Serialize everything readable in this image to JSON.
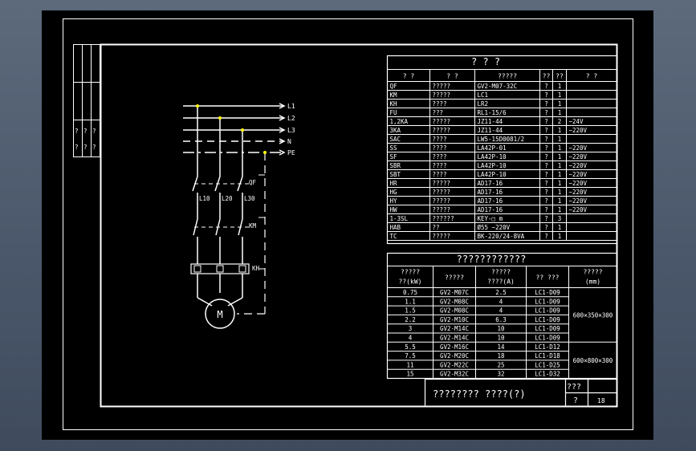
{
  "circuit": {
    "supply_labels": [
      "L1",
      "L2",
      "L3",
      "N",
      "PE"
    ],
    "breaker_label": "QF",
    "phase_labels": [
      "L10",
      "L20",
      "L30"
    ],
    "contactor_label": "KM",
    "relay_label": "KH",
    "motor_label": "M"
  },
  "parts_table": {
    "title": "?  ?  ?",
    "headers": [
      "?  ?",
      "?  ?",
      "?????",
      "??",
      "??",
      "?  ?"
    ],
    "rows": [
      [
        "QF",
        "?????",
        "GV2-M07-32C",
        "?",
        "1",
        ""
      ],
      [
        "KM",
        "?????",
        "LC1",
        "?",
        "1",
        ""
      ],
      [
        "KH",
        "????",
        "LR2",
        "?",
        "1",
        ""
      ],
      [
        "FU",
        "???",
        "RL1-15/6",
        "?",
        "1",
        ""
      ],
      [
        "1,2KA",
        "?????",
        "JZ11-44",
        "?",
        "2",
        "~24V"
      ],
      [
        "3KA",
        "?????",
        "JZ11-44",
        "?",
        "1",
        "~220V"
      ],
      [
        "SAC",
        "????",
        "LW5-15D0081/2",
        "?",
        "1",
        ""
      ],
      [
        "SS",
        "????",
        "LA42P-01",
        "?",
        "1",
        "~220V"
      ],
      [
        "SF",
        "????",
        "LA42P-10",
        "?",
        "1",
        "~220V"
      ],
      [
        "SBR",
        "????",
        "LA42P-10",
        "?",
        "1",
        "~220V"
      ],
      [
        "SBT",
        "????",
        "LA42P-10",
        "?",
        "1",
        "~220V"
      ],
      [
        "HR",
        "?????",
        "AD17-16",
        "?",
        "1",
        "~220V"
      ],
      [
        "HG",
        "?????",
        "AD17-16",
        "?",
        "1",
        "~220V"
      ],
      [
        "HY",
        "?????",
        "AD17-16",
        "?",
        "1",
        "~220V"
      ],
      [
        "HW",
        "?????",
        "AD17-16",
        "?",
        "1",
        "~220V"
      ],
      [
        "1-3SL",
        "??????",
        "KEY-□ m",
        "?",
        "3",
        ""
      ],
      [
        "HAB",
        "??",
        "Ø55 ~220V",
        "?",
        "1",
        ""
      ],
      [
        "TC",
        "?????",
        "BK-220/24-8VA",
        "?",
        "1",
        ""
      ]
    ]
  },
  "selection_table": {
    "title": "????????????",
    "headers": [
      "?????\n??(kW)",
      "?????",
      "?????\n????(A)",
      "?? ???",
      "?????\n(mm)"
    ],
    "rows": [
      [
        "0.75",
        "GV2-M07C",
        "2.5",
        "LC1-D09"
      ],
      [
        "1.1",
        "GV2-M08C",
        "4",
        "LC1-D09"
      ],
      [
        "1.5",
        "GV2-M08C",
        "4",
        "LC1-D09"
      ],
      [
        "2.2",
        "GV2-M10C",
        "6.3",
        "LC1-D09"
      ],
      [
        "3",
        "GV2-M14C",
        "10",
        "LC1-D09"
      ],
      [
        "4",
        "GV2-M14C",
        "10",
        "LC1-D09"
      ],
      [
        "5.5",
        "GV2-M16C",
        "14",
        "LC1-D12"
      ],
      [
        "7.5",
        "GV2-M20C",
        "18",
        "LC1-D18"
      ],
      [
        "11",
        "GV2-M22C",
        "25",
        "LC1-D25"
      ],
      [
        "15",
        "GV2-M32C",
        "32",
        "LC1-D32"
      ]
    ],
    "enclosure_sizes": [
      "600×350×300",
      "600×800×300"
    ]
  },
  "title_block": {
    "drawing_title": "????????  ????(?)",
    "sheet_label": "???",
    "sheet_mark": "?",
    "sheet_number": "18"
  },
  "colors": {
    "sheet_bg": "#000000",
    "lines": "#ffffff",
    "junction": "#ffff00"
  }
}
